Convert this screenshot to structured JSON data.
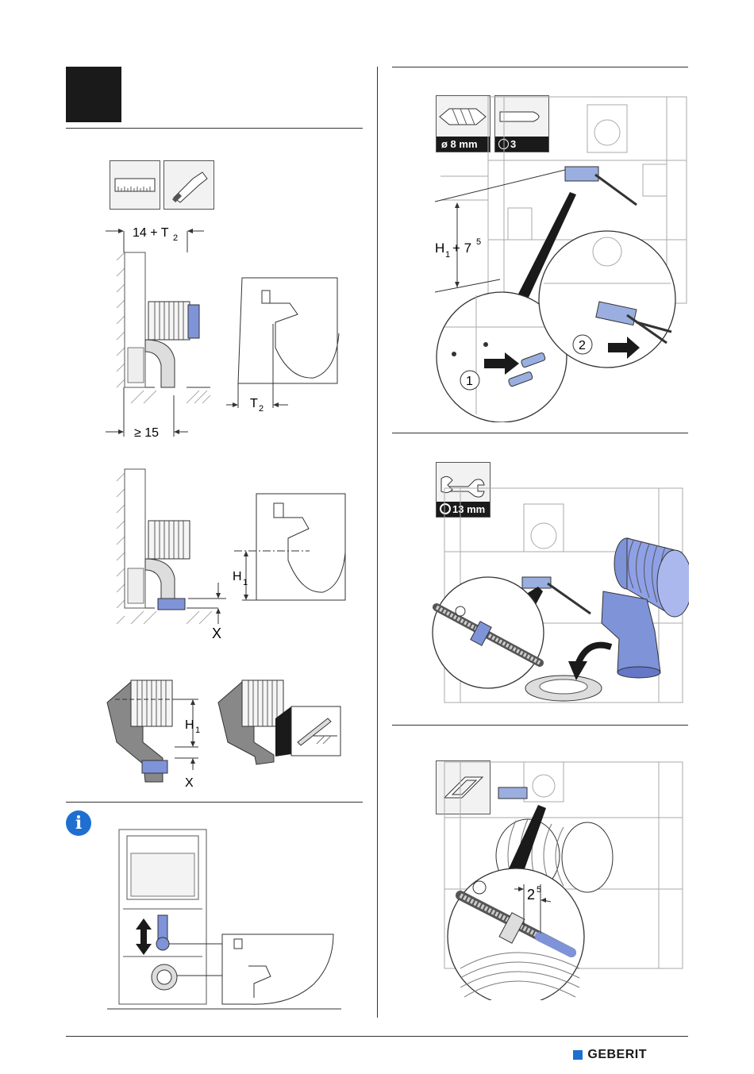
{
  "labels": {
    "dim_14_t2": "14 + T",
    "sub_2": "2",
    "dim_t": "T",
    "dim_ge15": "≥ 15",
    "dim_h": "H",
    "sub_1": "1",
    "dim_x": "X",
    "dim_h1_plus": "+ 7",
    "sup_5": "5",
    "dim_2": "2",
    "step_1": "1",
    "step_2": "2"
  },
  "tools": {
    "drill": "ø 8 mm",
    "screwdriver": "3",
    "wrench": "13 mm"
  },
  "info_icon": "i",
  "brand": "GEBERIT",
  "colors": {
    "accent_blue": "#7f93d8",
    "brand_blue": "#1e6fd0",
    "dark": "#1a1a1a"
  }
}
